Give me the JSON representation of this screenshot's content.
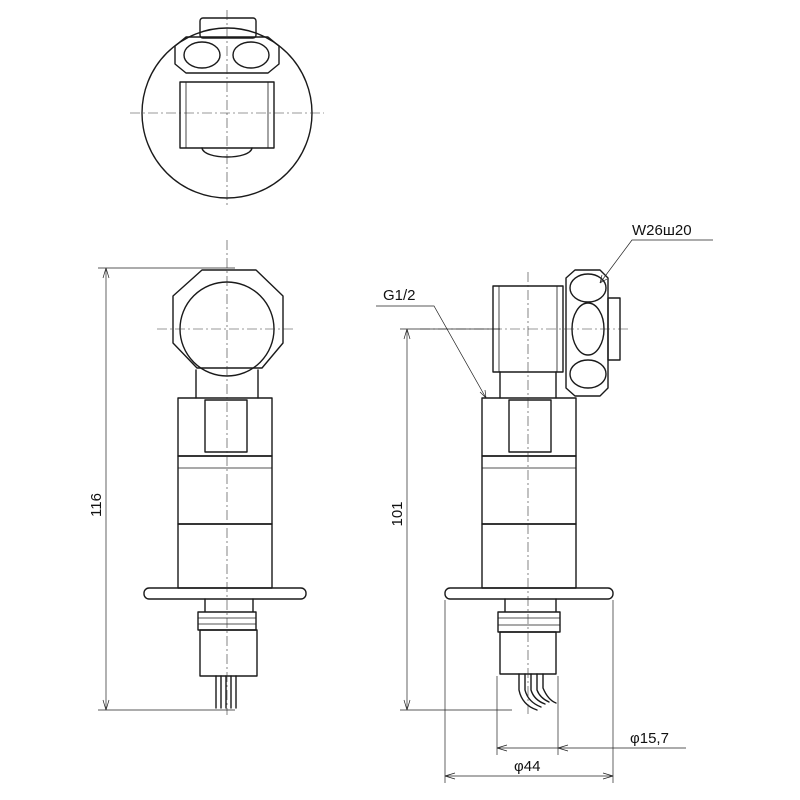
{
  "labels": {
    "thread_spec": "G1/2",
    "hex_spec": "W26ш20",
    "height_total": "116",
    "height_body": "101",
    "dia_small": "φ15,7",
    "dia_flange": "φ44"
  }
}
